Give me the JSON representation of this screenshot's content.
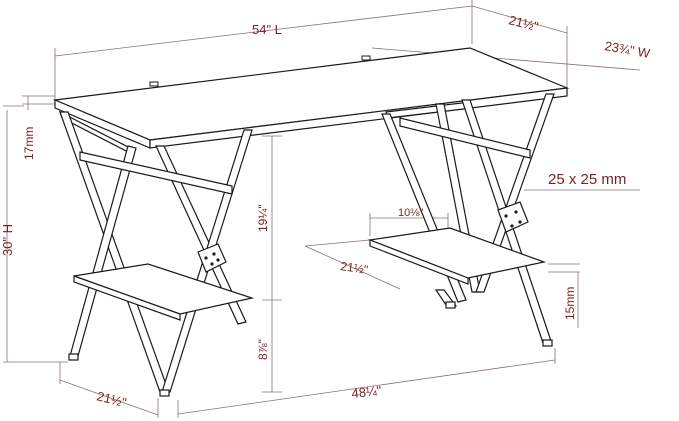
{
  "diagram": {
    "subject": "desk",
    "dimensions": {
      "length": "54\" L",
      "depth_top": "21½\"",
      "width_w": "23¾\" W",
      "thickness": "17mm",
      "height": "30\" H",
      "tube": "25 x 25 mm",
      "shelf_height": "10⅛\"",
      "shelf_depth_right": "21½\"",
      "under_top": "19¼\"",
      "foot_to_shelf": "8⅞\"",
      "shelf_thickness": "15mm",
      "leg_depth_left": "21½\"",
      "leg_span": "48¼\""
    }
  }
}
